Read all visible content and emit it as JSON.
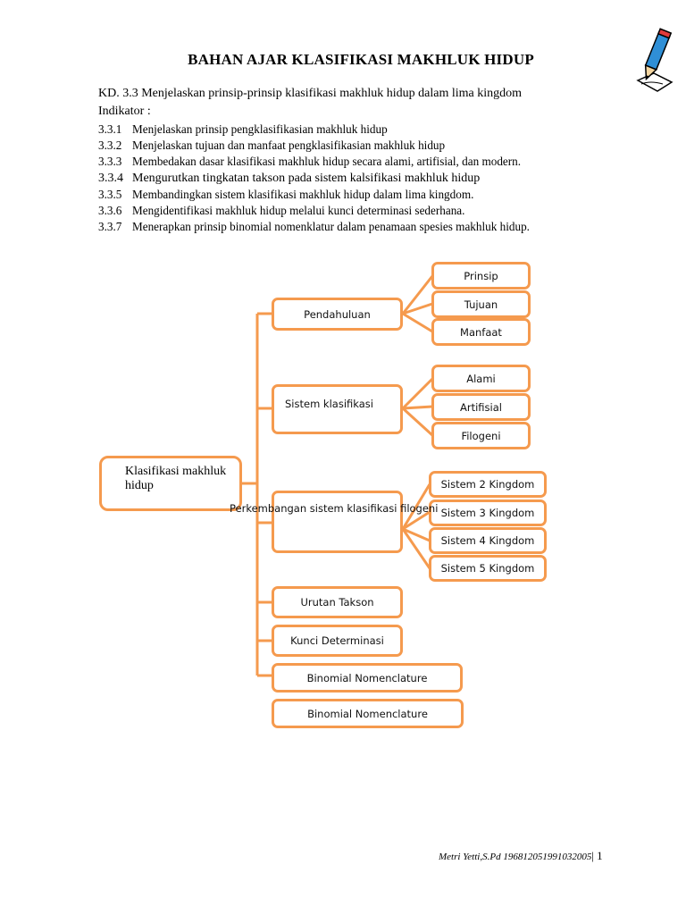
{
  "title": "BAHAN AJAR KLASIFIKASI MAKHLUK HIDUP",
  "kd": "KD. 3.3 Menjelaskan prinsip-prinsip klasifikasi makhluk hidup dalam lima kingdom",
  "indikator_label": "Indikator :",
  "indicators": [
    {
      "num": "3.3.1",
      "text": "Menjelaskan prinsip pengklasifikasian makhluk  hidup"
    },
    {
      "num": "3.3.2",
      "text": "Menjelaskan tujuan dan manfaat pengklasifikasian makhluk hidup"
    },
    {
      "num": "3.3.3",
      "text": "Membedakan dasar klasifikasi makhluk hidup  secara alami, artifisial, dan modern."
    },
    {
      "num": "3.3.4",
      "text": "Mengurutkan tingkatan takson pada sistem kalsifikasi makhluk hidup"
    },
    {
      "num": "3.3.5",
      "text": "Membandingkan sistem klasifikasi makhluk hidup dalam lima kingdom."
    },
    {
      "num": "3.3.6",
      "text": "Mengidentifikasi makhluk hidup melalui kunci determinasi sederhana."
    },
    {
      "num": "3.3.7",
      "text": "Menerapkan prinsip binomial nomenklatur dalam penamaan spesies makhluk hidup."
    }
  ],
  "diagram": {
    "root": "Klasifikasi makhluk hidup",
    "pendahuluan": "Pendahuluan",
    "pendahuluan_children": [
      "Prinsip",
      "Tujuan",
      "Manfaat"
    ],
    "sistem": "Sistem klasifikasi",
    "sistem_children": [
      "Alami",
      "Artifisial",
      "Filogeni"
    ],
    "perkembangan": "Perkembangan sistem klasifikasi filogeni",
    "perkembangan_children": [
      "Sistem 2 Kingdom",
      "Sistem 3 Kingdom",
      "Sistem 4 Kingdom",
      "Sistem 5 Kingdom"
    ],
    "urutan": "Urutan Takson",
    "kunci": "Kunci Determinasi",
    "binomial_1": "Binomial Nomenclature",
    "binomial_2": "Binomial Nomenclature",
    "line_color": "#f59a4e"
  },
  "footer": {
    "author": "Metri Yetti,S.Pd 196812051991032005",
    "page": "| 1"
  },
  "icons": {
    "pencil": "pencil-writing-icon"
  }
}
